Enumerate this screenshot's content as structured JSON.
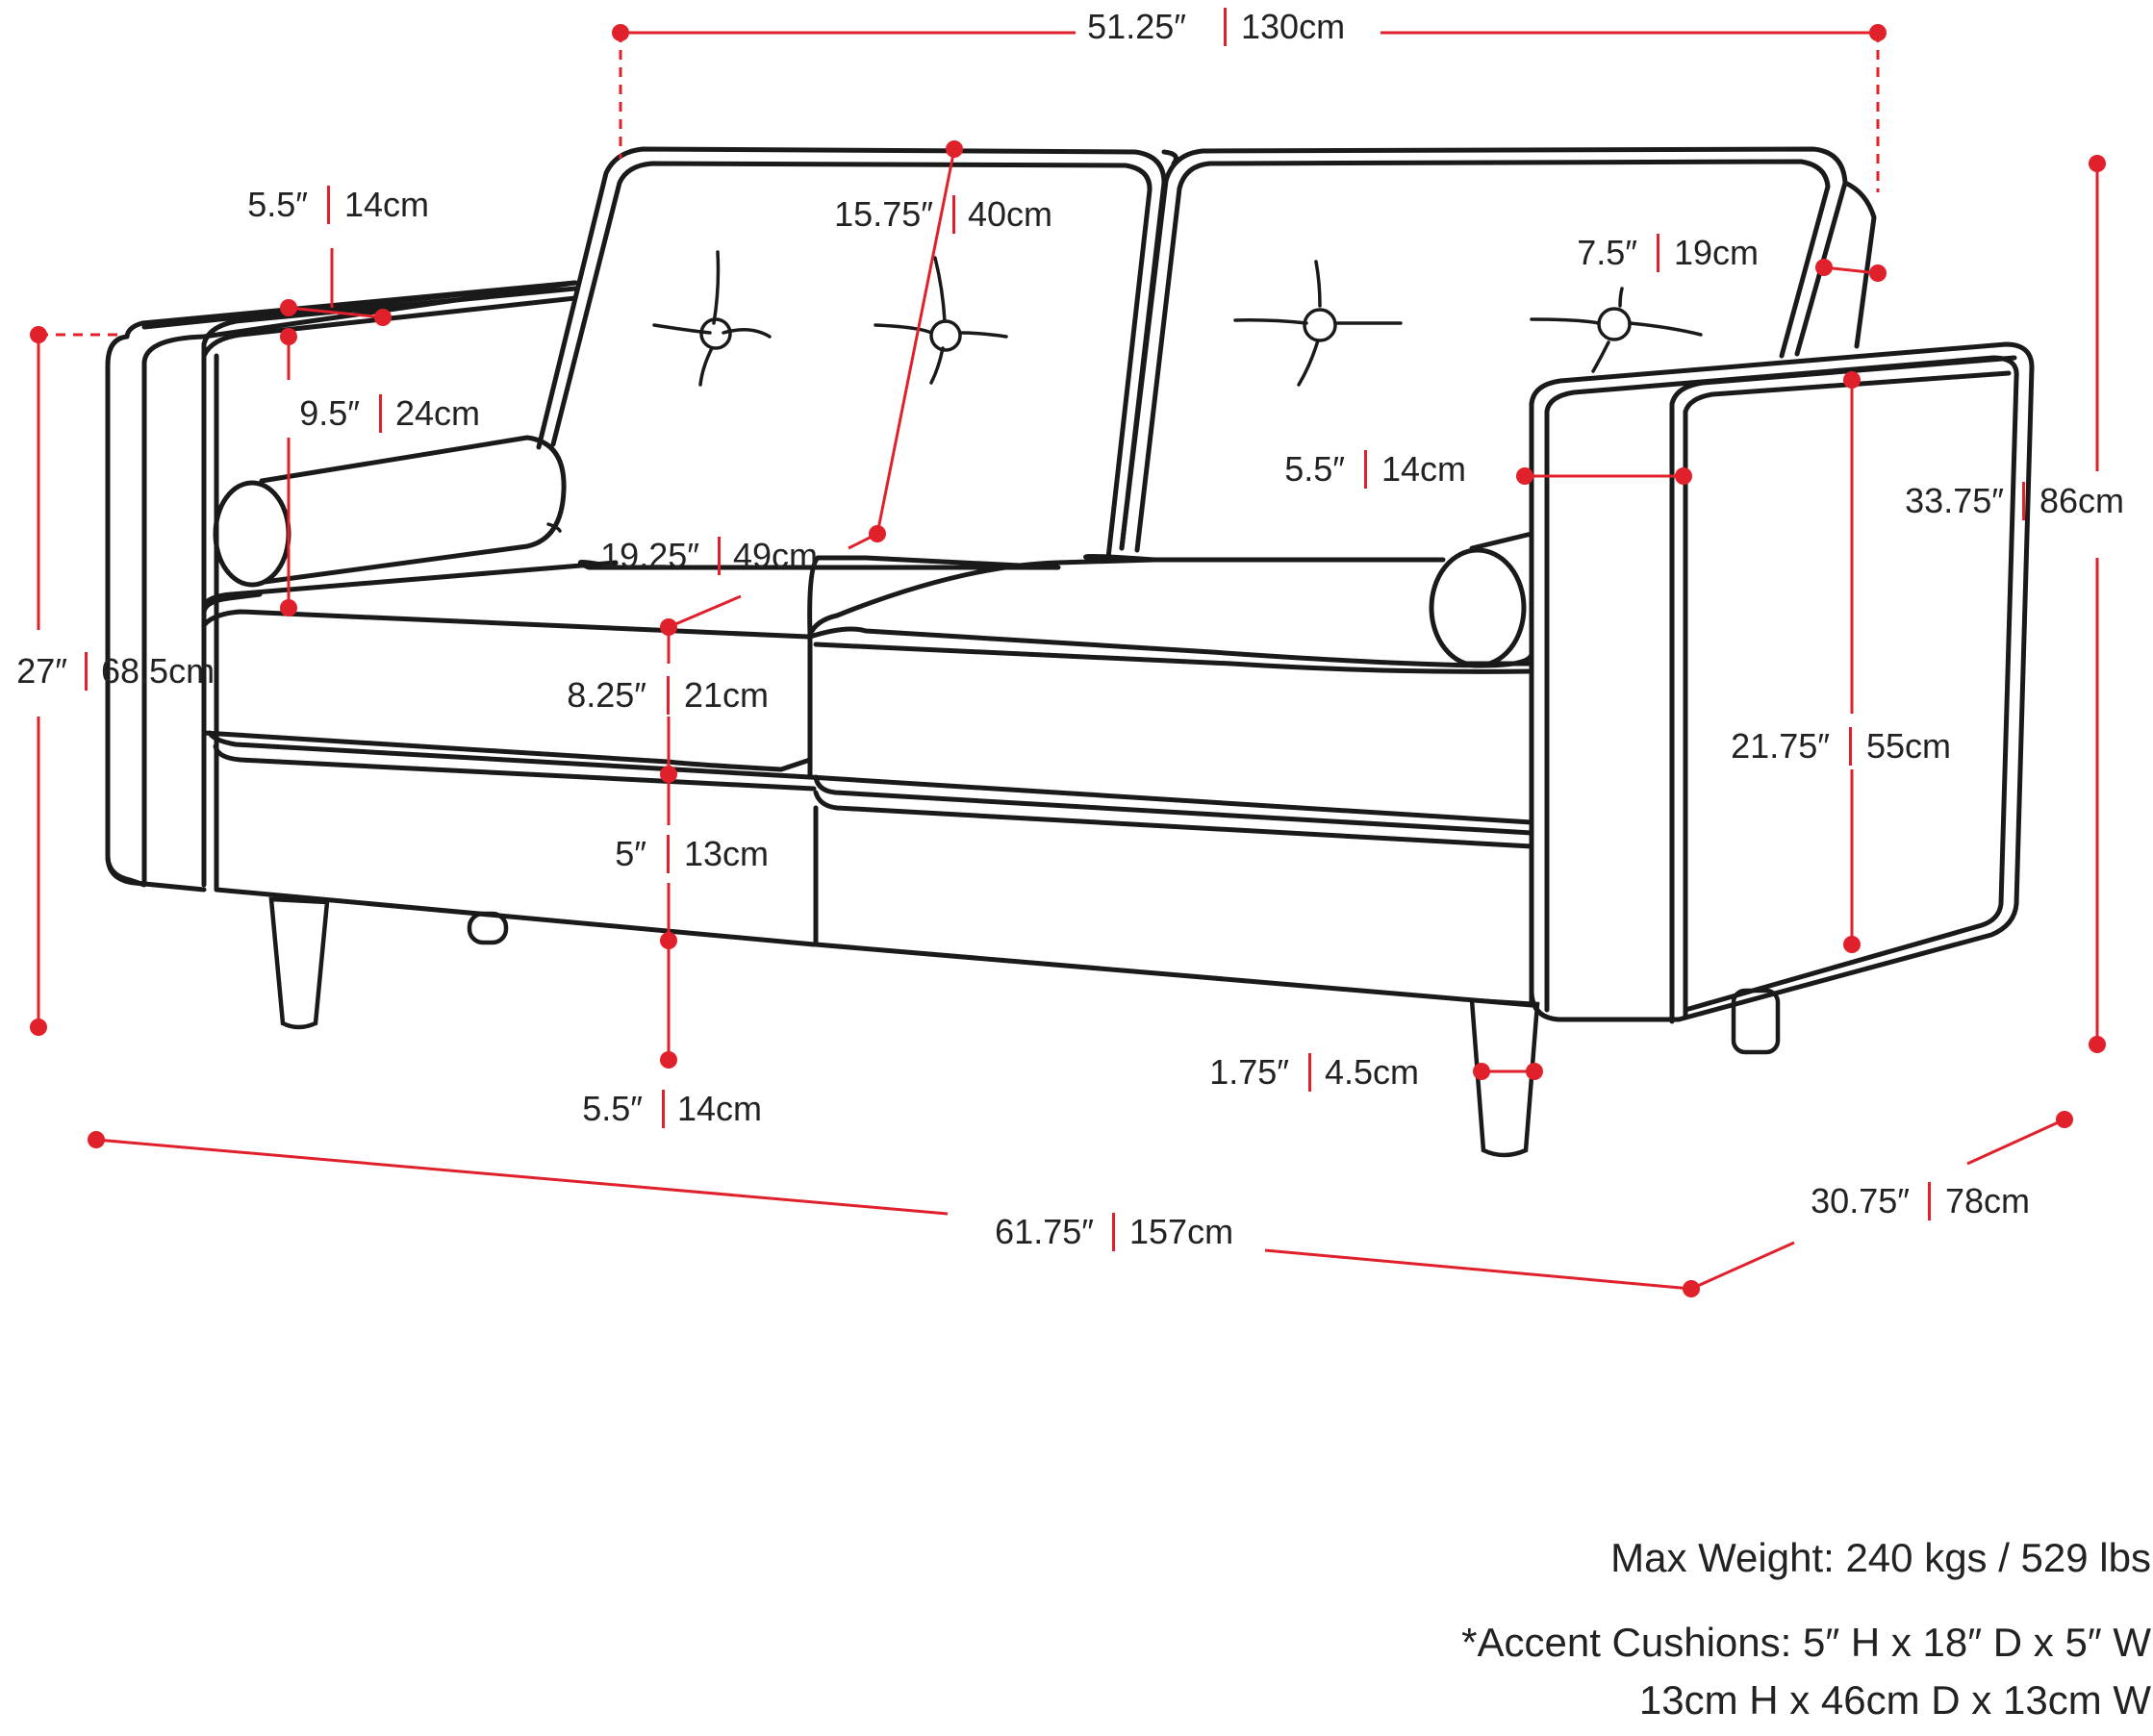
{
  "sep": "|",
  "dimensions": {
    "overall_width": {
      "imperial": "51.25″",
      "metric": "130cm"
    },
    "arm_width_top": {
      "imperial": "5.5″",
      "metric": "14cm"
    },
    "backrest_height": {
      "imperial": "15.75″",
      "metric": "40cm"
    },
    "back_thickness": {
      "imperial": "7.5″",
      "metric": "19cm"
    },
    "arm_height_above_seat": {
      "imperial": "9.5″",
      "metric": "24cm"
    },
    "arm_width_side": {
      "imperial": "5.5″",
      "metric": "14cm"
    },
    "total_height": {
      "imperial": "33.75″",
      "metric": "86cm"
    },
    "seat_depth": {
      "imperial": "19.25″",
      "metric": "49cm"
    },
    "arm_height": {
      "imperial": "27″",
      "metric": "68.5cm"
    },
    "seat_cushion_thickness": {
      "imperial": "8.25″",
      "metric": "21cm"
    },
    "seat_height_arm": {
      "imperial": "21.75″",
      "metric": "55cm"
    },
    "base_thickness": {
      "imperial": "5″",
      "metric": "13cm"
    },
    "leg_height": {
      "imperial": "5.5″",
      "metric": "14cm"
    },
    "leg_width": {
      "imperial": "1.75″",
      "metric": "4.5cm"
    },
    "overall_length": {
      "imperial": "61.75″",
      "metric": "157cm"
    },
    "overall_depth": {
      "imperial": "30.75″",
      "metric": "78cm"
    }
  },
  "notes": {
    "max_weight": "Max Weight: 240 kgs / 529 lbs",
    "cushions_line1": "*Accent Cushions: 5″ H x 18″ D x 5″ W",
    "cushions_line2": "13cm H x 46cm D x 13cm W"
  },
  "colors": {
    "accent": "#e0202a",
    "outline": "#1a1a1a",
    "text": "#222222"
  }
}
